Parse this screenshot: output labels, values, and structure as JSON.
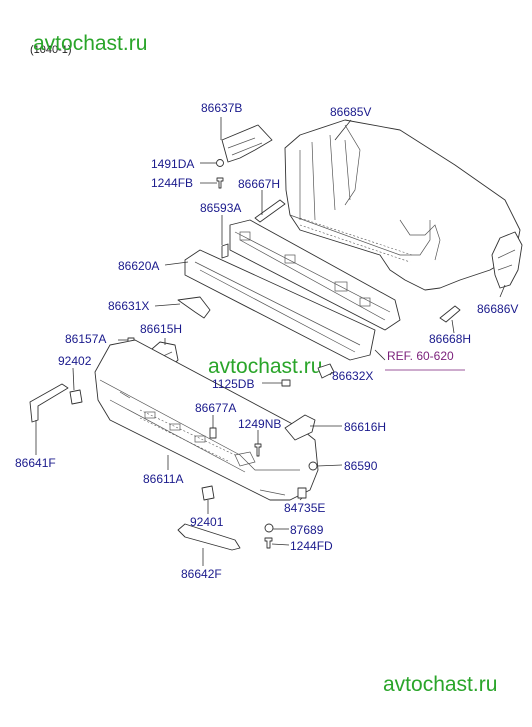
{
  "diagram": {
    "header_code": "(1040-1)",
    "watermarks": [
      "avtochast.ru",
      "avtochast.ru",
      "avtochast.ru"
    ],
    "parts": [
      "86637B",
      "86685V",
      "1491DA",
      "1244FB",
      "86667H",
      "86593A",
      "86620A",
      "86631X",
      "86157A",
      "86615H",
      "92402",
      "86641F",
      "86677A",
      "1249NB",
      "86616H",
      "86611A",
      "86590",
      "84735E",
      "92401",
      "87689",
      "1244FD",
      "86642F",
      "86686V",
      "86668H",
      "1125DB",
      "86632X"
    ],
    "reference": "REF. 60-620"
  }
}
